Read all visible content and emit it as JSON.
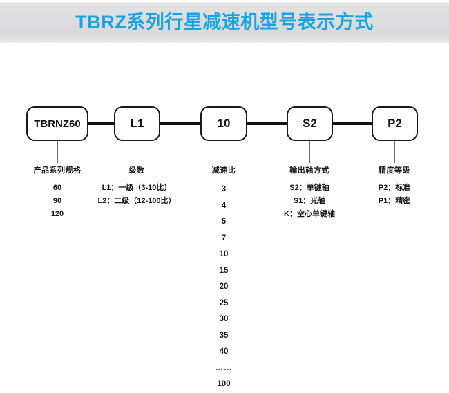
{
  "title": {
    "text": "TBRZ系列行星减速机型号表示方式",
    "color": "#17a3e0",
    "bar_color": "#dcdcde"
  },
  "diagram": {
    "type": "model-code-breakdown",
    "nodes": [
      {
        "label": "TBRNZ60"
      },
      {
        "label": "L1"
      },
      {
        "label": "10"
      },
      {
        "label": "S2"
      },
      {
        "label": "P2"
      }
    ],
    "columns": [
      {
        "head": "产品系列规格",
        "lines": [
          "60",
          "90",
          "120"
        ]
      },
      {
        "head": "级数",
        "lines": [
          "L1：一级（3-10比）",
          "L2：二级（12-100比）"
        ]
      },
      {
        "head": "减速比",
        "lines": [
          "3",
          "4",
          "5",
          "7",
          "10",
          "15",
          "20",
          "25",
          "30",
          "35",
          "40",
          "……",
          "100"
        ]
      },
      {
        "head": "输出轴方式",
        "lines": [
          "S2：单键轴",
          "S1：光轴",
          "K：空心单键轴"
        ]
      },
      {
        "head": "精度等级",
        "lines": [
          "P2：标准",
          "P1：精密"
        ]
      }
    ]
  }
}
